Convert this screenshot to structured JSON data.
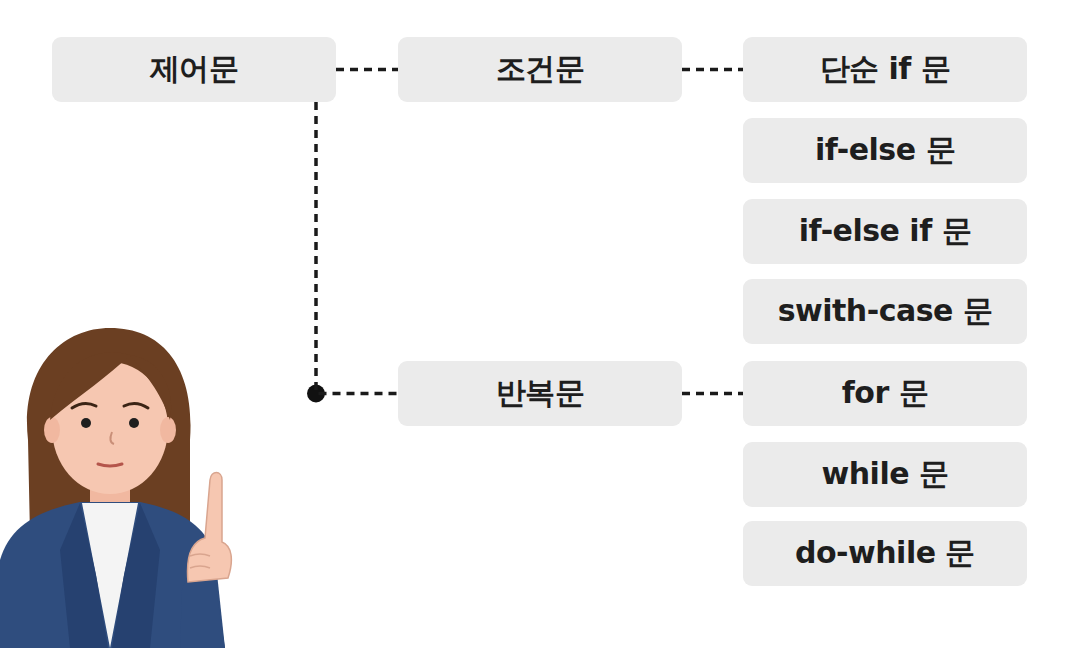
{
  "diagram": {
    "nodes": [
      {
        "text": [
          "제어문"
        ]
      },
      {
        "text": [
          "조건문"
        ]
      },
      {
        "text": [
          "단순 if 문"
        ]
      },
      {
        "text": [
          "if-else 문"
        ]
      },
      {
        "text": [
          "if-else if 문"
        ]
      },
      {
        "text": [
          "swith-case 문"
        ]
      },
      {
        "text": [
          "반복문"
        ]
      },
      {
        "text": [
          "for 문"
        ]
      },
      {
        "text": [
          "while 문"
        ]
      },
      {
        "text": [
          "do-while 문"
        ]
      }
    ],
    "edges": [
      {
        "from": 0,
        "to": 1,
        "arrow": "none"
      },
      {
        "from": 1,
        "to": 2,
        "arrow": "none"
      },
      {
        "from": 0,
        "to": 6,
        "arrow": "none"
      },
      {
        "from": 6,
        "to": 7,
        "arrow": "none"
      }
    ]
  }
}
